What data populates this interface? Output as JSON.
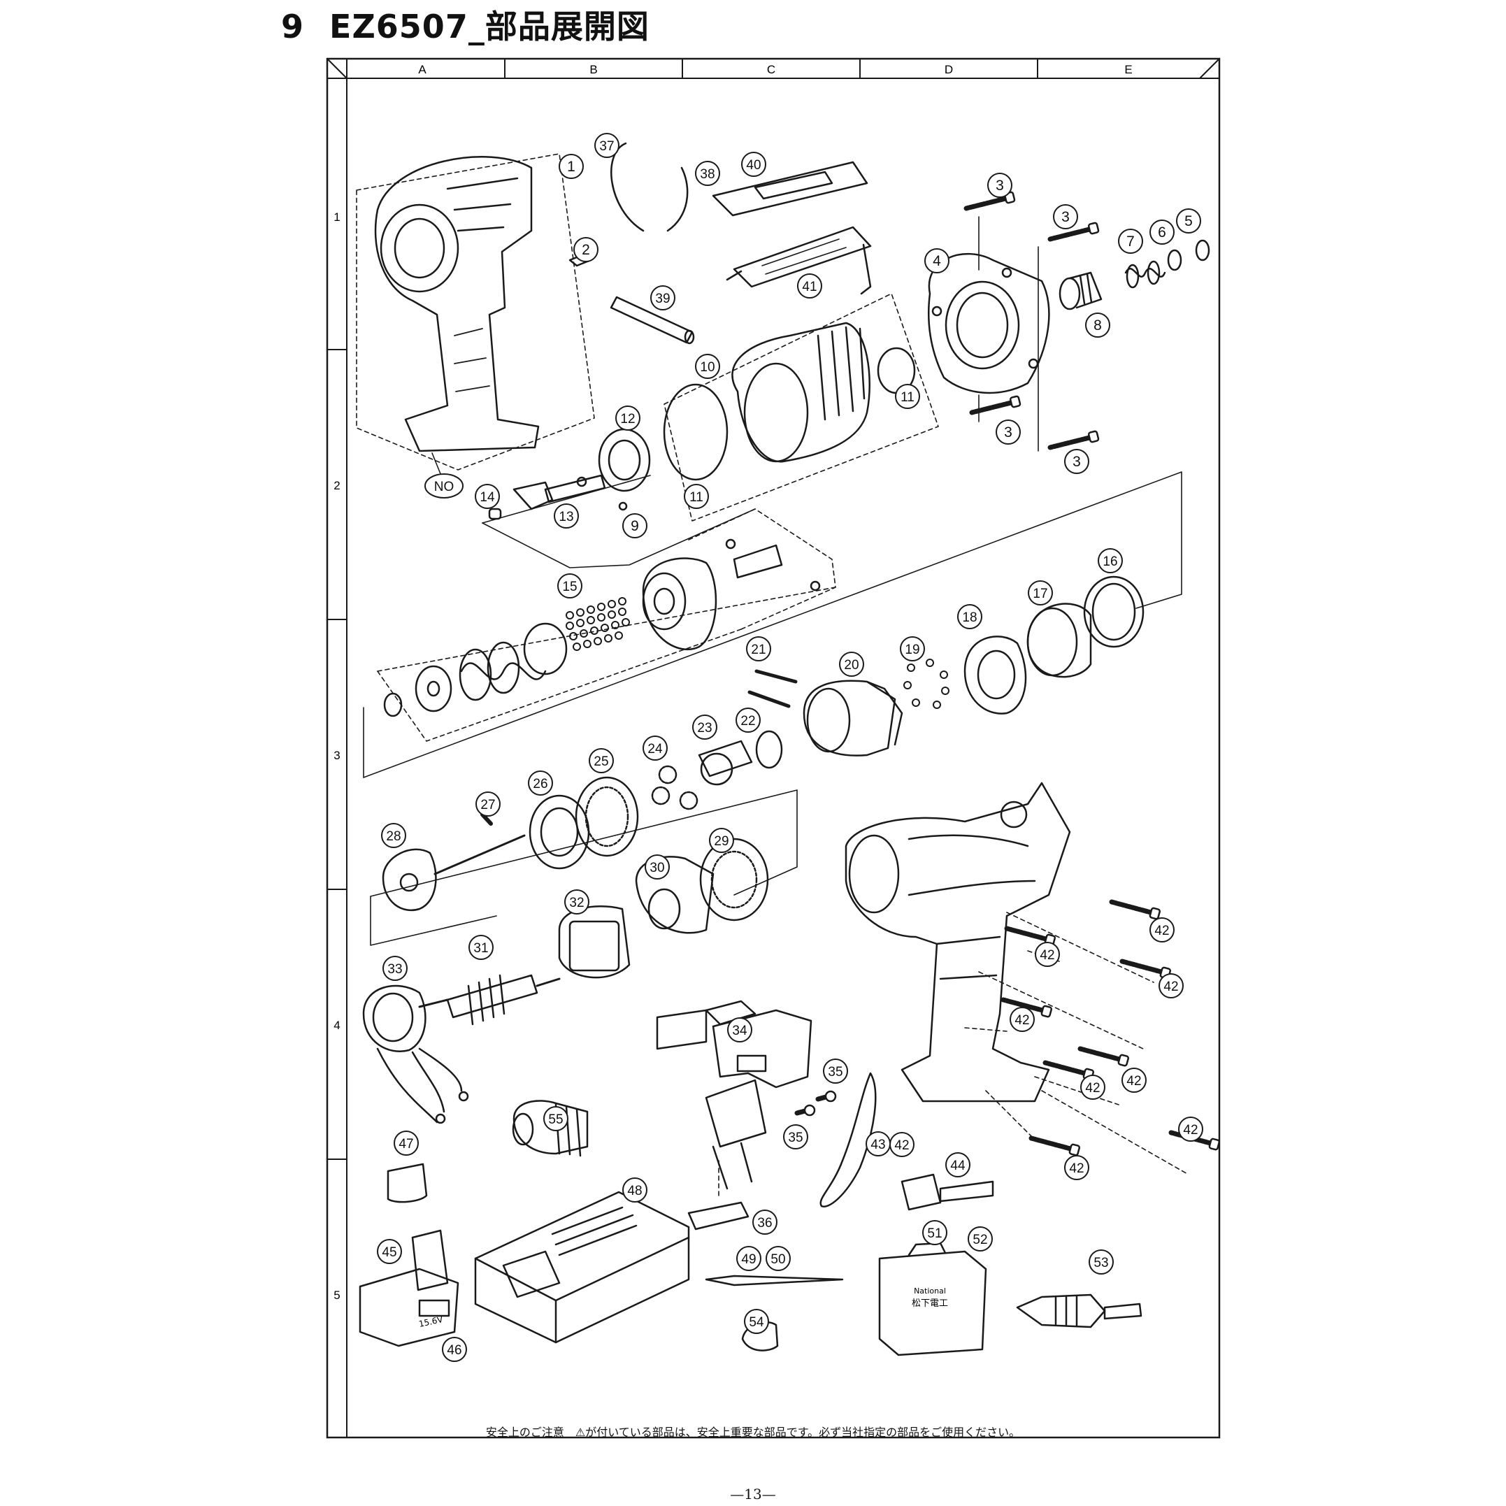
{
  "title": {
    "section_number": "9",
    "text": "EZ6507_部品展開図"
  },
  "grid": {
    "columns": [
      "A",
      "B",
      "C",
      "D",
      "E"
    ],
    "rows": [
      "1",
      "2",
      "3",
      "4",
      "5"
    ]
  },
  "callouts": [
    {
      "label": "1"
    },
    {
      "label": "2"
    },
    {
      "label": "3"
    },
    {
      "label": "3"
    },
    {
      "label": "3"
    },
    {
      "label": "3"
    },
    {
      "label": "4"
    },
    {
      "label": "5"
    },
    {
      "label": "6"
    },
    {
      "label": "7"
    },
    {
      "label": "8"
    },
    {
      "label": "9"
    },
    {
      "label": "10"
    },
    {
      "label": "11"
    },
    {
      "label": "11"
    },
    {
      "label": "12"
    },
    {
      "label": "13"
    },
    {
      "label": "14"
    },
    {
      "label": "15"
    },
    {
      "label": "16"
    },
    {
      "label": "17"
    },
    {
      "label": "18"
    },
    {
      "label": "19"
    },
    {
      "label": "20"
    },
    {
      "label": "21"
    },
    {
      "label": "22"
    },
    {
      "label": "23"
    },
    {
      "label": "24"
    },
    {
      "label": "25"
    },
    {
      "label": "26"
    },
    {
      "label": "27"
    },
    {
      "label": "28"
    },
    {
      "label": "29"
    },
    {
      "label": "30"
    },
    {
      "label": "31"
    },
    {
      "label": "32"
    },
    {
      "label": "33"
    },
    {
      "label": "34"
    },
    {
      "label": "35"
    },
    {
      "label": "35"
    },
    {
      "label": "36"
    },
    {
      "label": "37"
    },
    {
      "label": "38"
    },
    {
      "label": "39"
    },
    {
      "label": "40"
    },
    {
      "label": "41"
    },
    {
      "label": "42"
    },
    {
      "label": "42"
    },
    {
      "label": "42"
    },
    {
      "label": "42"
    },
    {
      "label": "42"
    },
    {
      "label": "42"
    },
    {
      "label": "42"
    },
    {
      "label": "42"
    },
    {
      "label": "42"
    },
    {
      "label": "43"
    },
    {
      "label": "44"
    },
    {
      "label": "45"
    },
    {
      "label": "46"
    },
    {
      "label": "47"
    },
    {
      "label": "48"
    },
    {
      "label": "49"
    },
    {
      "label": "50"
    },
    {
      "label": "51"
    },
    {
      "label": "52"
    },
    {
      "label": "53"
    },
    {
      "label": "54"
    },
    {
      "label": "55"
    },
    {
      "label": "NO"
    }
  ],
  "product_labels": {
    "battery": "15.6V",
    "case_brand": "National",
    "case_name": "松下電工"
  },
  "footer_note": "安全上のご注意　⚠が付いている部品は、安全上重要な部品です。必ず当社指定の部品をご使用ください。",
  "page_number": "—13—",
  "colors": {
    "line": "#1a1a1a",
    "paper": "#ffffff"
  }
}
